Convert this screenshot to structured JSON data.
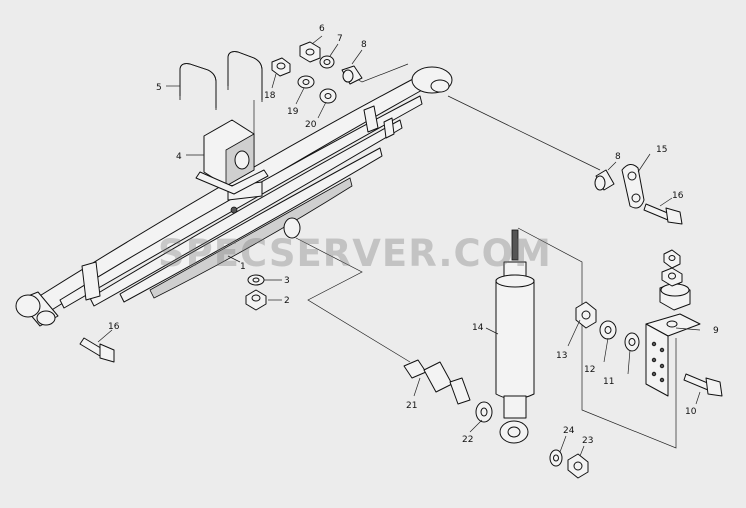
{
  "watermark": "SPECSERVER.COM",
  "callouts": {
    "c1": "1",
    "c2": "2",
    "c3": "3",
    "c4": "4",
    "c5": "5",
    "c6": "6",
    "c7": "7",
    "c8a": "8",
    "c8b": "8",
    "c9": "9",
    "c10": "10",
    "c11": "11",
    "c12": "12",
    "c13": "13",
    "c14": "14",
    "c15": "15",
    "c16a": "16",
    "c16b": "16",
    "c18": "18",
    "c19": "19",
    "c20": "20",
    "c21": "21",
    "c22": "22",
    "c23": "23",
    "c24": "24"
  },
  "colors": {
    "background": "#ececec",
    "line": "#111111"
  }
}
